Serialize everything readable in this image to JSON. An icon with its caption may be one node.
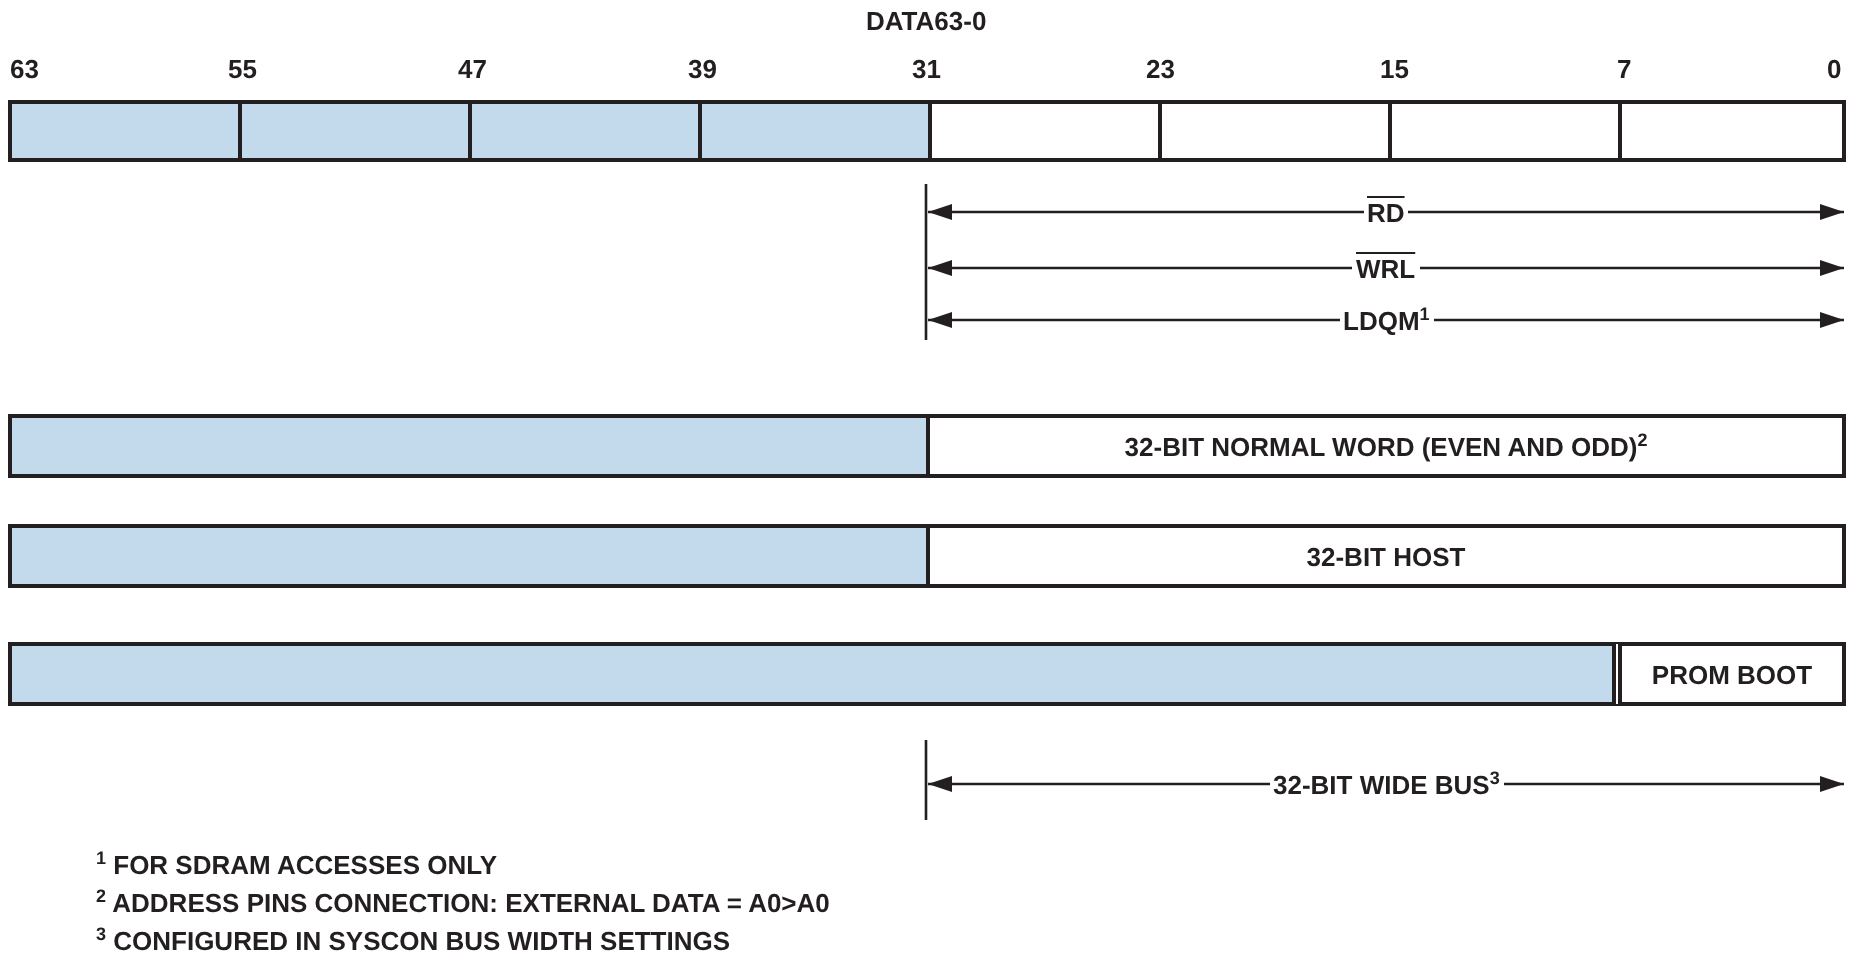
{
  "diagram": {
    "nodes": [
      {
        "text": [],
        "shape": "box"
      },
      {
        "text": [],
        "shape": "box"
      },
      {
        "text": [],
        "shape": "box"
      },
      {
        "text": [],
        "shape": "box"
      },
      {
        "text": [],
        "shape": "box"
      },
      {
        "text": [],
        "shape": "box"
      },
      {
        "text": [],
        "shape": "box"
      },
      {
        "text": [],
        "shape": "box"
      },
      {
        "text": [],
        "shape": "box"
      },
      {
        "text": [
          "32-BIT NORMAL WORD (EVEN AND ODD)$^{2}$"
        ]
      },
      {
        "text": [],
        "shape": "box"
      },
      {
        "text": [
          "32-BIT HOST"
        ]
      },
      {
        "text": [],
        "shape": "box"
      },
      {
        "text": [
          "PROM BOOT"
        ]
      }
    ],
    "edges": [],
    "labels": [
      "DATA63-0",
      "63",
      "55",
      "47",
      "39",
      "31",
      "23",
      "15",
      "7",
      "0",
      "RD",
      "WRL",
      "LDQM$^{1}$",
      "32-BIT WIDE BUS$^{3}$",
      "$^{1}$ FOR SDRAM ACCESSES ONLY",
      "$^{2}$ ADDRESS PINS CONNECTION: EXTERNAL DATA = A0>A0",
      "$^{3}$ CONFIGURED IN SYSCON BUS WIDTH SETTINGS"
    ]
  }
}
